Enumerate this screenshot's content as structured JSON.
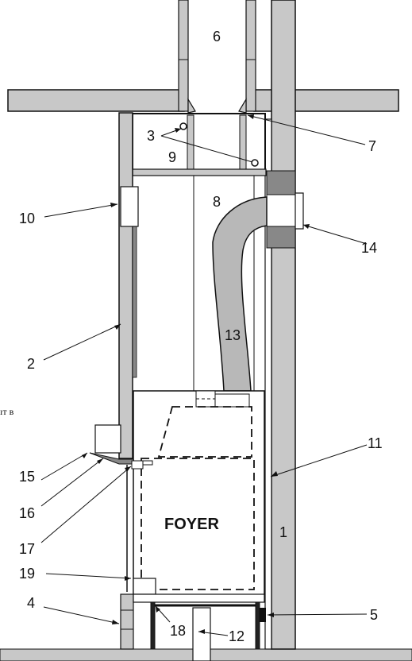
{
  "foyer_label": "FOYER",
  "stray_text": "ıт в",
  "callouts": {
    "c1": "1",
    "c2": "2",
    "c3": "3",
    "c4": "4",
    "c5": "5",
    "c6": "6",
    "c7": "7",
    "c8": "8",
    "c9": "9",
    "c10": "10",
    "c11": "11",
    "c12": "12",
    "c13": "13",
    "c14": "14",
    "c15": "15",
    "c16": "16",
    "c17": "17",
    "c18": "18",
    "c19": "19"
  },
  "colors": {
    "wall_fill": "#c8c8c8",
    "dark_fill": "#888888",
    "duct_fill": "#b8b8b8",
    "stroke": "#111111",
    "background": "#ffffff"
  }
}
